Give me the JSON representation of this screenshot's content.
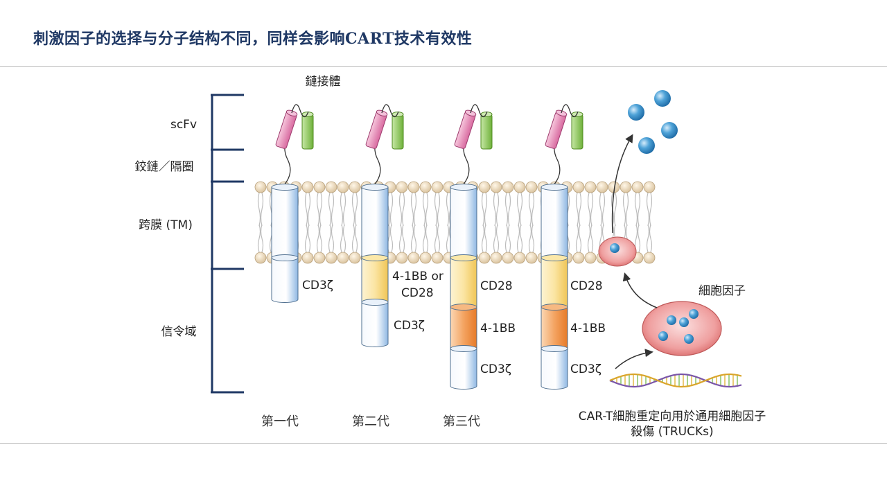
{
  "slide": {
    "title": "刺激因子的选择与分子结构不同，同样会影响CART技术有效性"
  },
  "diagram": {
    "linker_label": "鏈接體",
    "region_labels": {
      "scfv": "scFv",
      "hinge": "鉸鏈／隔圈",
      "tm": "跨膜 (TM)",
      "signal": "信令域"
    },
    "generations": [
      {
        "label": "第一代",
        "domains": [
          "CD3ζ"
        ]
      },
      {
        "label": "第二代",
        "domains": [
          "4-1BB or",
          "CD28",
          "CD3ζ"
        ]
      },
      {
        "label": "第三代",
        "domains": [
          "CD28",
          "4-1BB",
          "CD3ζ"
        ]
      },
      {
        "label_lines": [
          "CAR-T細胞重定向用於通用細胞因子",
          "殺傷 (TRUCKs)"
        ],
        "domains": [
          "CD28",
          "4-1BB",
          "CD3ζ"
        ]
      }
    ],
    "cytokine_label": "細胞因子",
    "colors": {
      "heading": "#1f3864",
      "bracket": "#1f3864",
      "scfv_pink": "#e58bb6",
      "scfv_green": "#8cc653",
      "tm_blue": "#9ec3e6",
      "cd28_yellow": "#f4cf72",
      "bb_orange": "#ec8a3c",
      "cytokine_blue": "#3f8fc9",
      "cell_red": "#e27d7d"
    }
  }
}
